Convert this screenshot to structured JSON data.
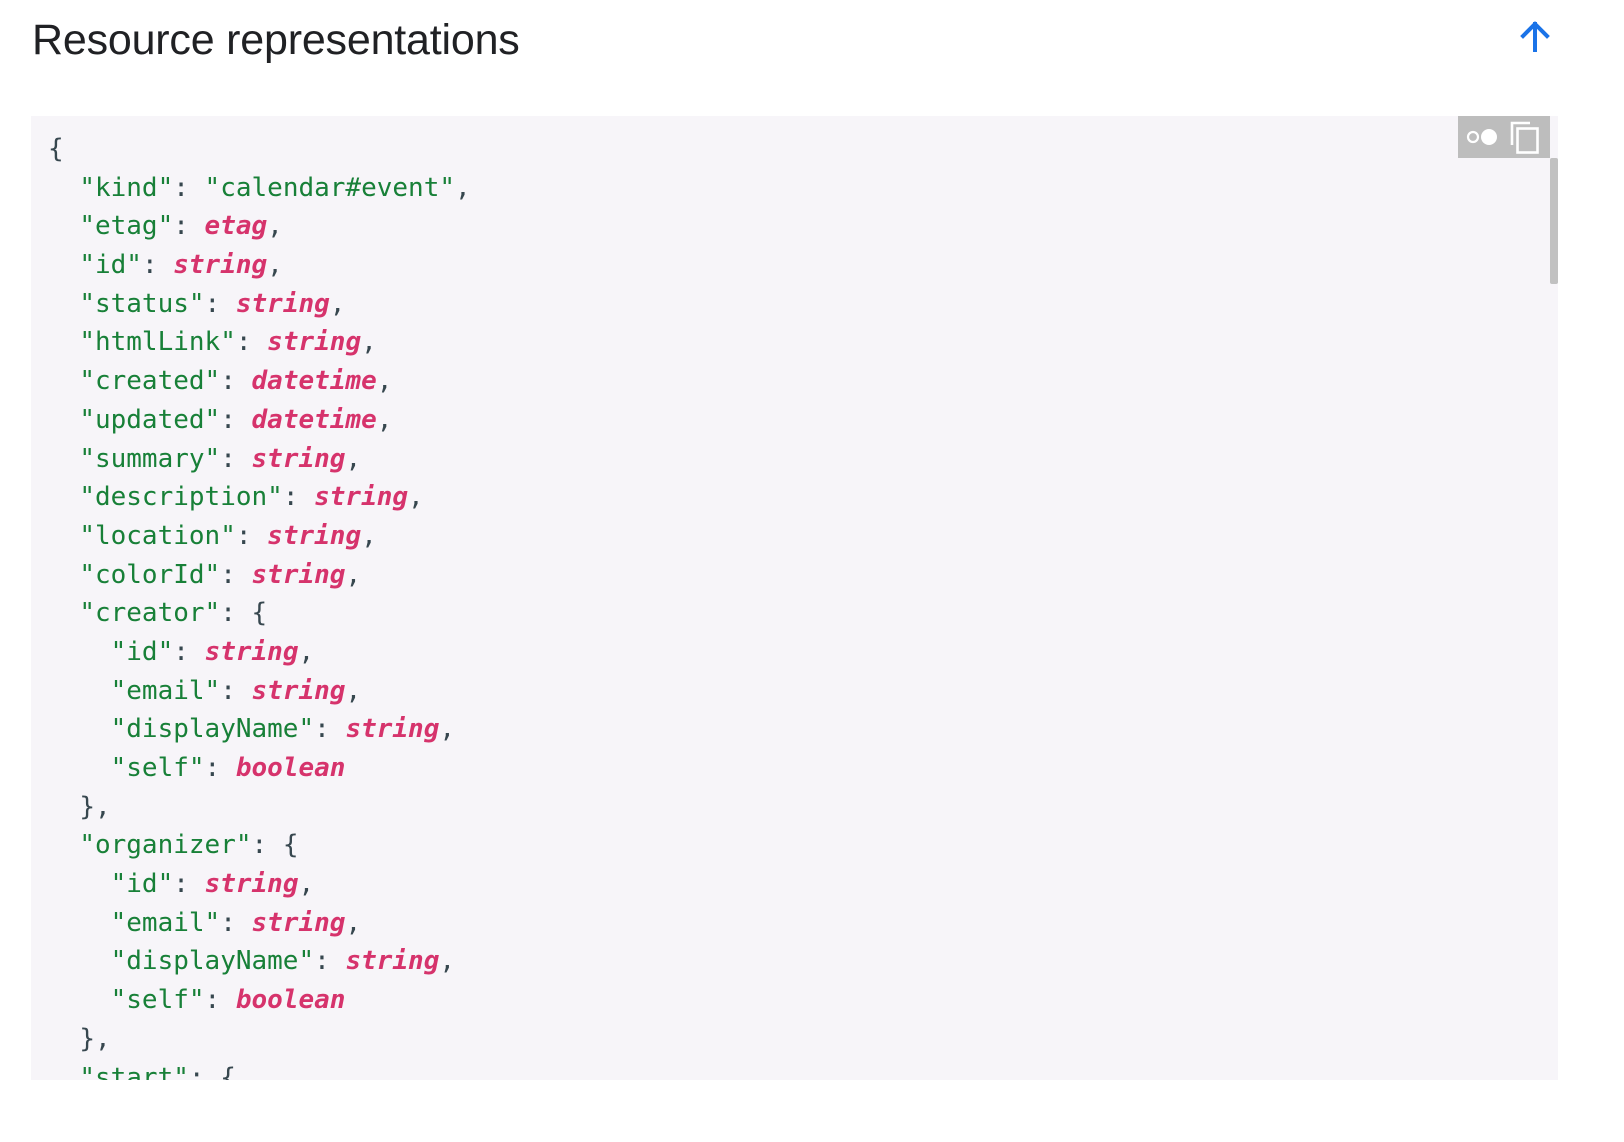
{
  "header": {
    "title": "Resource representations",
    "back_to_top_icon": "arrow-upward-icon"
  },
  "toolbar": {
    "theme_toggle_icon": "dark-mode-toggle-icon",
    "copy_icon": "copy-icon"
  },
  "colors": {
    "accent": "#1a73e8",
    "code_background": "#f7f5f9",
    "key": "#188038",
    "type": "#d6336c",
    "punctuation": "#37474f"
  },
  "code_lines": [
    {
      "indent": 0,
      "close": "{"
    },
    {
      "indent": 1,
      "key": "kind",
      "string": "calendar#event",
      "trail": ","
    },
    {
      "indent": 1,
      "key": "etag",
      "type": "etag",
      "trail": ","
    },
    {
      "indent": 1,
      "key": "id",
      "type": "string",
      "trail": ","
    },
    {
      "indent": 1,
      "key": "status",
      "type": "string",
      "trail": ","
    },
    {
      "indent": 1,
      "key": "htmlLink",
      "type": "string",
      "trail": ","
    },
    {
      "indent": 1,
      "key": "created",
      "type": "datetime",
      "trail": ","
    },
    {
      "indent": 1,
      "key": "updated",
      "type": "datetime",
      "trail": ","
    },
    {
      "indent": 1,
      "key": "summary",
      "type": "string",
      "trail": ","
    },
    {
      "indent": 1,
      "key": "description",
      "type": "string",
      "trail": ","
    },
    {
      "indent": 1,
      "key": "location",
      "type": "string",
      "trail": ","
    },
    {
      "indent": 1,
      "key": "colorId",
      "type": "string",
      "trail": ","
    },
    {
      "indent": 1,
      "key": "creator",
      "open": "{"
    },
    {
      "indent": 2,
      "key": "id",
      "type": "string",
      "trail": ","
    },
    {
      "indent": 2,
      "key": "email",
      "type": "string",
      "trail": ","
    },
    {
      "indent": 2,
      "key": "displayName",
      "type": "string",
      "trail": ","
    },
    {
      "indent": 2,
      "key": "self",
      "type": "boolean"
    },
    {
      "indent": 1,
      "close": "},"
    },
    {
      "indent": 1,
      "key": "organizer",
      "open": "{"
    },
    {
      "indent": 2,
      "key": "id",
      "type": "string",
      "trail": ","
    },
    {
      "indent": 2,
      "key": "email",
      "type": "string",
      "trail": ","
    },
    {
      "indent": 2,
      "key": "displayName",
      "type": "string",
      "trail": ","
    },
    {
      "indent": 2,
      "key": "self",
      "type": "boolean"
    },
    {
      "indent": 1,
      "close": "},"
    },
    {
      "indent": 1,
      "key": "start",
      "open": "{"
    }
  ]
}
